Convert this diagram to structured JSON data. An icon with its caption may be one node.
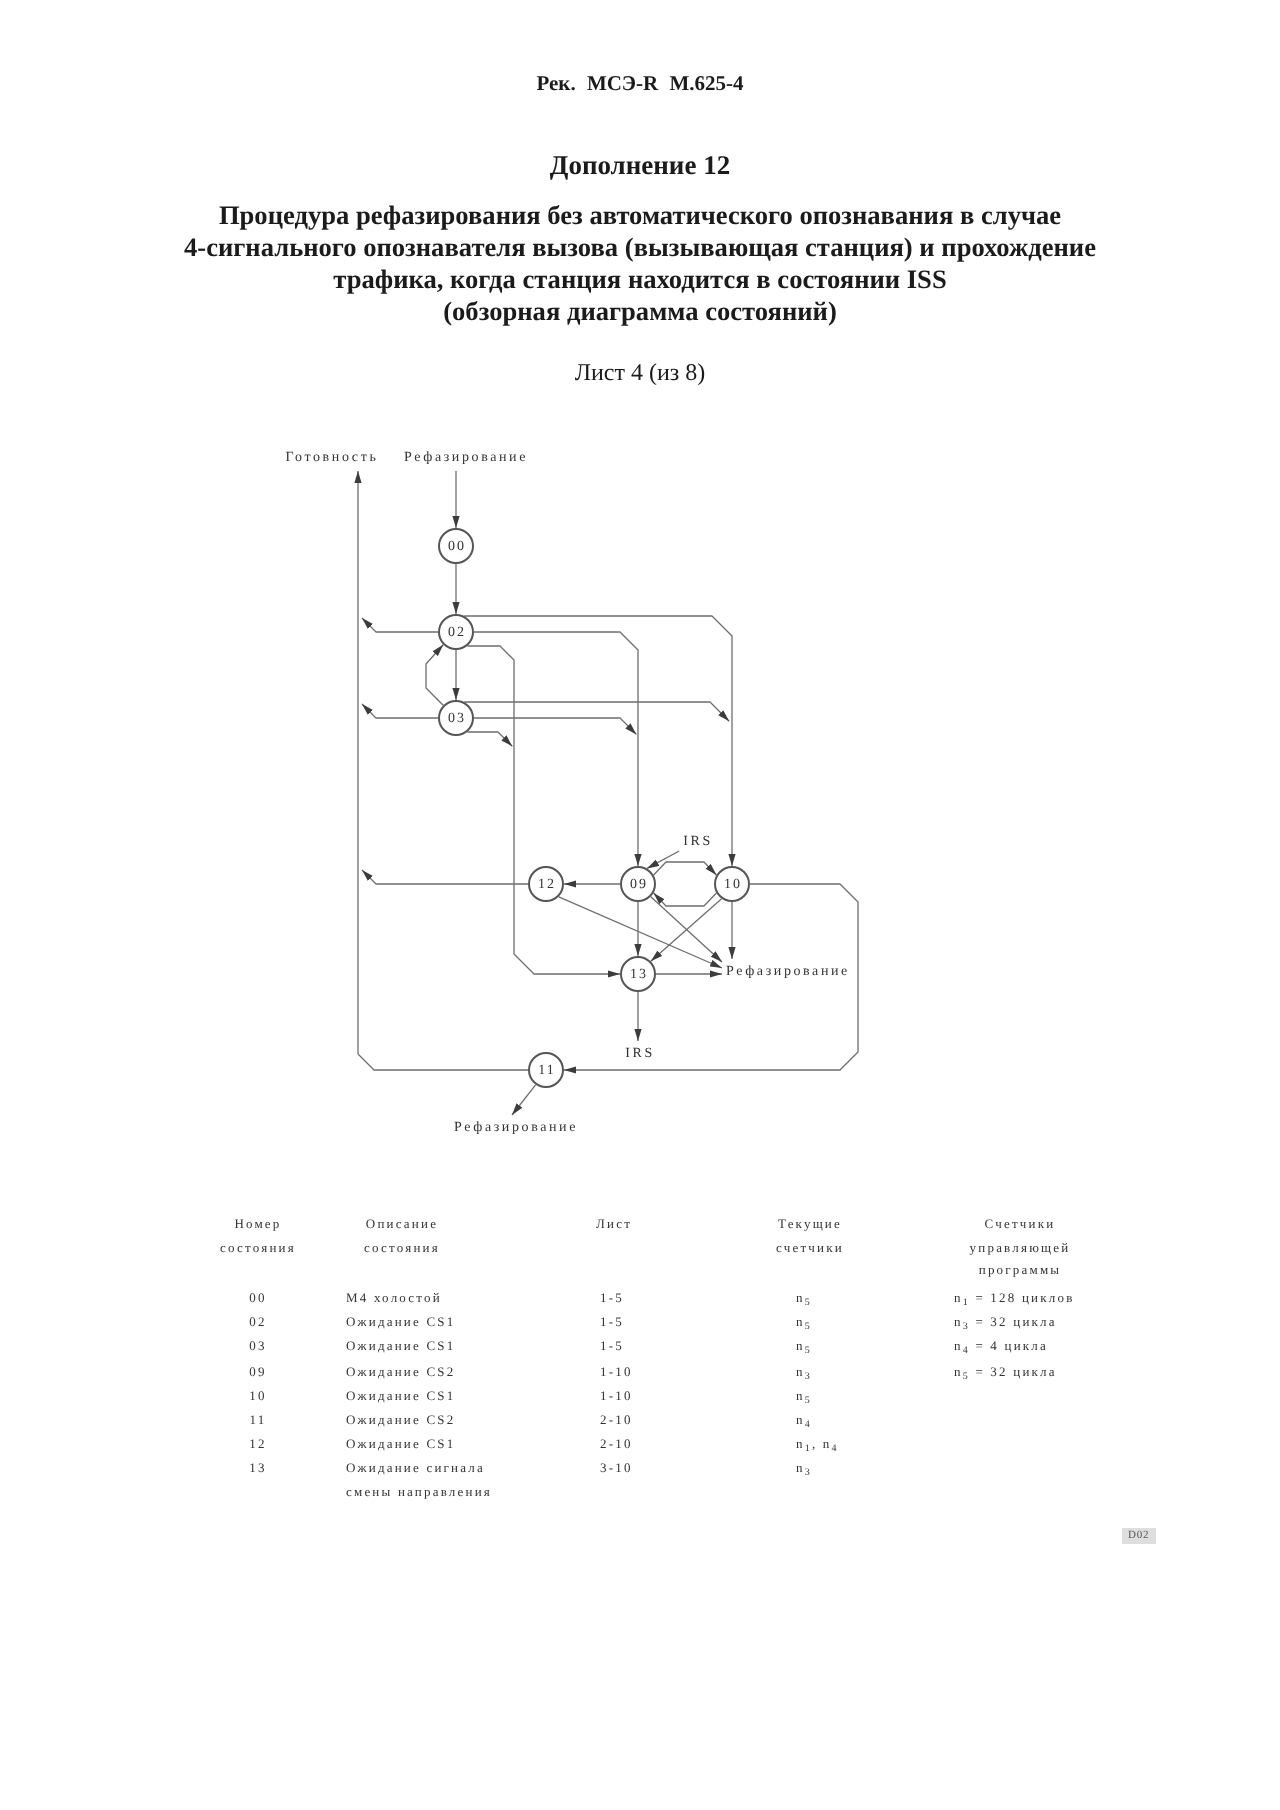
{
  "diagram": {
    "title": "Процедура рефазирования без автоматического опознавания в случае 4-сигнального опознавателя вызова (вызывающая станция) и прохождение трафика, когда станция находится в состоянии ISS (обзорная диаграмма состояний)",
    "nodes": [
      {
        "text": [
          "Готовность"
        ]
      },
      {
        "text": [
          "Рефазирование"
        ]
      },
      {
        "text": [
          "00"
        ]
      },
      {
        "text": [
          "02"
        ]
      },
      {
        "text": [
          "03"
        ]
      },
      {
        "text": [
          "IRS"
        ]
      },
      {
        "text": [
          "12"
        ]
      },
      {
        "text": [
          "09"
        ]
      },
      {
        "text": [
          "10"
        ]
      },
      {
        "text": [
          "13"
        ]
      },
      {
        "text": [
          "Рефазирование"
        ]
      },
      {
        "text": [
          "IRS"
        ]
      },
      {
        "text": [
          "11"
        ]
      },
      {
        "text": [
          "Рефазирование"
        ]
      }
    ],
    "edges": [
      {
        "from": 1,
        "to": 2,
        "arrow": "to"
      },
      {
        "from": 2,
        "to": 3,
        "arrow": "to"
      },
      {
        "from": 3,
        "to": 4,
        "arrow": "to"
      },
      {
        "from": 4,
        "to": 3,
        "arrow": "to"
      },
      {
        "from": 3,
        "to": 0,
        "arrow": "to"
      },
      {
        "from": 3,
        "to": 8,
        "arrow": "to"
      },
      {
        "from": 3,
        "to": 7,
        "arrow": "to"
      },
      {
        "from": 3,
        "to": 9,
        "arrow": "to"
      },
      {
        "from": 4,
        "to": 0,
        "arrow": "to"
      },
      {
        "from": 4,
        "to": 8,
        "arrow": "to"
      },
      {
        "from": 4,
        "to": 7,
        "arrow": "to"
      },
      {
        "from": 4,
        "to": 9,
        "arrow": "to"
      },
      {
        "from": 5,
        "to": 7,
        "arrow": "to"
      },
      {
        "from": 7,
        "to": 8,
        "arrow": "to"
      },
      {
        "from": 8,
        "to": 7,
        "arrow": "to"
      },
      {
        "from": 7,
        "to": 6,
        "arrow": "to"
      },
      {
        "from": 6,
        "to": 0,
        "arrow": "to"
      },
      {
        "from": 6,
        "to": 10,
        "arrow": "to"
      },
      {
        "from": 7,
        "to": 9,
        "arrow": "to"
      },
      {
        "from": 7,
        "to": 10,
        "arrow": "to"
      },
      {
        "from": 8,
        "to": 9,
        "arrow": "to"
      },
      {
        "from": 8,
        "to": 10,
        "arrow": "to"
      },
      {
        "from": 8,
        "to": 12,
        "arrow": "to"
      },
      {
        "from": 9,
        "to": 10,
        "arrow": "to"
      },
      {
        "from": 9,
        "to": 11,
        "arrow": "to"
      },
      {
        "from": 12,
        "to": 0,
        "arrow": "to"
      },
      {
        "from": 12,
        "to": 13,
        "arrow": "to"
      }
    ],
    "labels": [
      "Рек. МСЭ-R M.625-4",
      "Дополнение 12",
      "Лист 4 (из 8)",
      "Номер состояния",
      "Описание состояния",
      "Лист",
      "Текущие счетчики",
      "Счетчики управляющей программы",
      "00",
      "М4 холостой",
      "1-5",
      "n$_{5}$",
      "n$_{1}$ = 128 циклов",
      "02",
      "Ожидание CS1",
      "1-5",
      "n$_{5}$",
      "n$_{3}$ = 32 цикла",
      "03",
      "Ожидание CS1",
      "1-5",
      "n$_{5}$",
      "n$_{4}$ = 4 цикла",
      "09",
      "Ожидание CS2",
      "1-10",
      "n$_{3}$",
      "n$_{5}$ = 32 цикла",
      "10",
      "Ожидание CS1",
      "1-10",
      "n$_{5}$",
      "11",
      "Ожидание CS2",
      "2-10",
      "n$_{4}$",
      "12",
      "Ожидание CS1",
      "2-10",
      "n$_{1}$, n$_{4}$",
      "13",
      "Ожидание сигнала смены направления",
      "3-10",
      "n$_{3}$",
      "D02"
    ]
  }
}
